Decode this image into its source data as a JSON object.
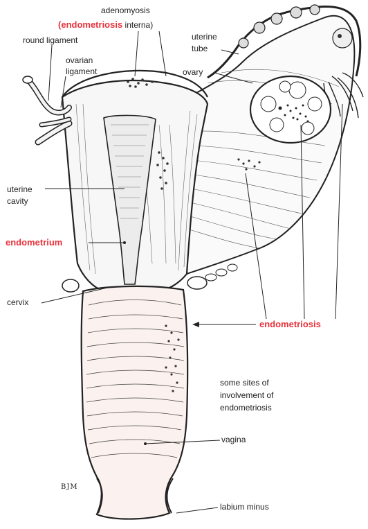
{
  "labels": {
    "adenomyosis": "adenomyosis",
    "endometriosis_interna_open": "(",
    "endometriosis_interna_red": "endometriosis",
    "endometriosis_interna_rest": " interna)",
    "round_ligament": "round ligament",
    "ovarian_ligament_1": "ovarian",
    "ovarian_ligament_2": "ligament",
    "uterine_tube_1": "uterine",
    "uterine_tube_2": "tube",
    "ovary": "ovary",
    "uterine_cavity_1": "uterine",
    "uterine_cavity_2": "cavity",
    "endometrium": "endometrium",
    "cervix": "cervix",
    "endometriosis": "endometriosis",
    "sites_1": "some sites of",
    "sites_2": "involvement of",
    "sites_3": "endometriosis",
    "vagina": "vagina",
    "labium_minus": "labium minus",
    "signature": "BJM"
  },
  "colors": {
    "accent_red": "#e8323c",
    "ink": "#222222",
    "vagina_fill": "#fbf2ef"
  }
}
